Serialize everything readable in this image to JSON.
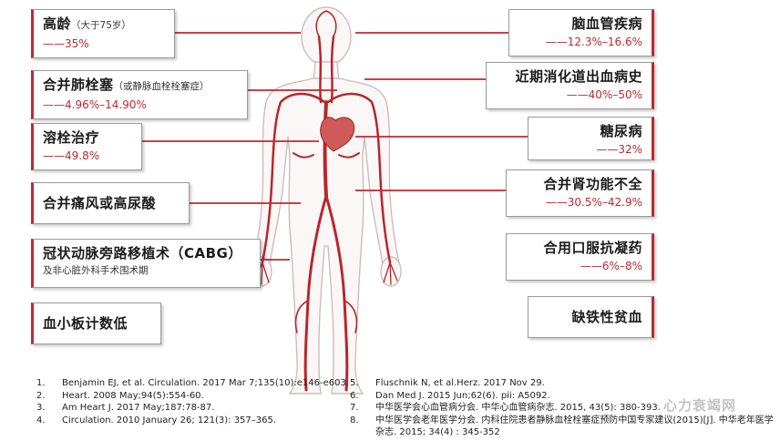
{
  "left_boxes": [
    {
      "title": "高龄",
      "sub": "（大于75岁）",
      "value": "——35%"
    },
    {
      "title": "合并肺栓塞",
      "sub": "（或静脉血栓栓塞症）",
      "value": "——4.96%–14.90%"
    },
    {
      "title": "溶栓治疗",
      "value": "——49.8%"
    },
    {
      "title": "合并痛风或高尿酸"
    },
    {
      "title": "冠状动脉旁路移植术（CABG）",
      "note": "及非心脏外科手术围术期"
    },
    {
      "title": "血小板计数低"
    }
  ],
  "right_boxes": [
    {
      "title": "脑血管疾病",
      "value": "——12.3%–16.6%"
    },
    {
      "title": "近期消化道出血病史",
      "value": "——40%–50%"
    },
    {
      "title": "糖尿病",
      "value": "——32%"
    },
    {
      "title": "合并肾功能不全",
      "value": "——30.5%–42.9%"
    },
    {
      "title": "合用口服抗凝药",
      "value": "——6%–8%"
    },
    {
      "title": "缺铁性贫血"
    }
  ],
  "references": [
    {
      "num": "1.",
      "text": "Benjamin EJ, et al. Circulation. 2017 Mar 7;135(10):e146-e603."
    },
    {
      "num": "2.",
      "text": "Heart. 2008 May;94(5):554-60."
    },
    {
      "num": "3.",
      "text": "Am Heart J. 2017 May;187:78-87."
    },
    {
      "num": "4.",
      "text": "Circulation. 2010 January 26; 121(3): 357–365."
    },
    {
      "num": "5.",
      "text": "Fluschnik N, et al.Herz. 2017 Nov 29."
    },
    {
      "num": "6.",
      "text": "Dan Med J. 2015 Jun;62(6). pii: A5092."
    },
    {
      "num": "7.",
      "text": "中华医学会心血管病分会. 中华心血管病杂志. 2015, 43(5): 380-393."
    },
    {
      "num": "8.",
      "text": "中华医学会老年医学分会. 内科住院患者静脉血栓栓塞症预防中国专家建议(2015)[J]. 中华老年医学杂志. 2015; 34(4) : 345-352"
    }
  ],
  "watermark": "心力衰竭网",
  "colors": {
    "accent": "#c0282f",
    "vessel": "#b8262c",
    "body_outline": "#c9b8b8",
    "heart": "#cf5a5a"
  }
}
